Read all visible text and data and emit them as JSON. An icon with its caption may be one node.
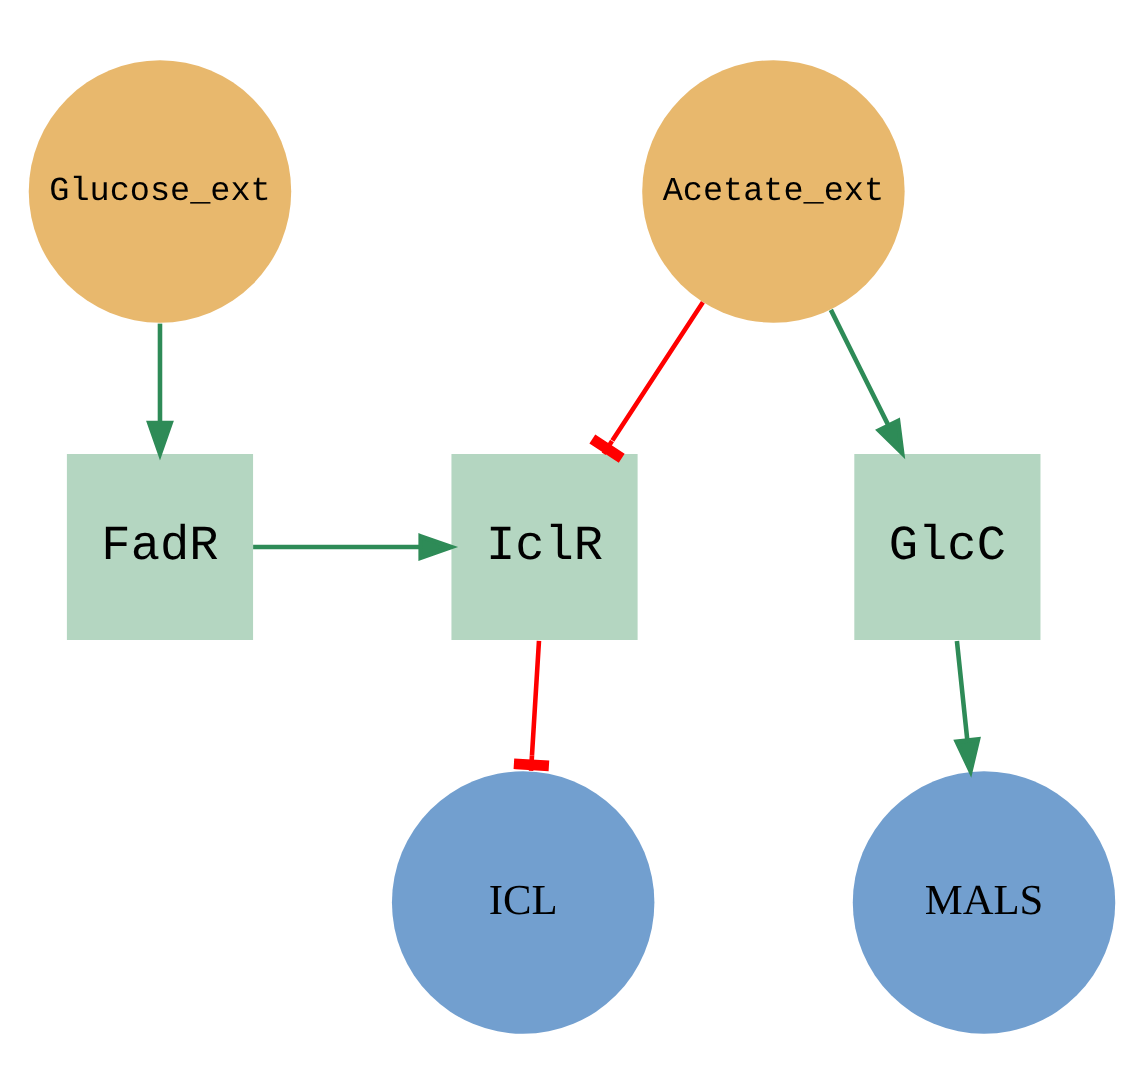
{
  "diagram": {
    "nodes": [
      {
        "text": [
          "Glucose_ext"
        ]
      },
      {
        "text": [
          "Acetate_ext"
        ]
      },
      {
        "text": [
          "FadR"
        ]
      },
      {
        "text": [
          "IclR"
        ]
      },
      {
        "text": [
          "GlcC"
        ]
      },
      {
        "text": [
          "ICL"
        ]
      },
      {
        "text": [
          "MALS"
        ]
      }
    ],
    "edges": [
      {
        "from": 0,
        "to": 2,
        "arrow": "to"
      },
      {
        "from": 1,
        "to": 3,
        "arrow": "other",
        "color": "#ff0000"
      },
      {
        "from": 1,
        "to": 4,
        "arrow": "to"
      },
      {
        "from": 2,
        "to": 3,
        "arrow": "to"
      },
      {
        "from": 3,
        "to": 5,
        "arrow": "other",
        "color": "#ff0000"
      },
      {
        "from": 4,
        "to": 6,
        "arrow": "to"
      }
    ]
  }
}
